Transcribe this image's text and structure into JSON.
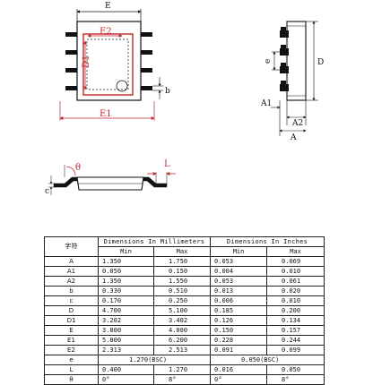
{
  "drawing_labels": {
    "top_view": {
      "E": "E",
      "E2": "E2",
      "D1": "D1",
      "E1": "E1",
      "b": "b"
    },
    "side_view": {
      "e": "e",
      "D": "D",
      "A1": "A1",
      "A2": "A2",
      "A": "A"
    },
    "lead_detail": {
      "theta": "θ",
      "L": "L",
      "c": "c"
    }
  },
  "table": {
    "col_symbol": "字符",
    "group_mm": "Dimensions In Millimeters",
    "group_in": "Dimensions In Inches",
    "min_label": "Min",
    "max_label": "Max",
    "rows": [
      {
        "symbol": "A",
        "mm_min": "1.350",
        "mm_max": "1.750",
        "in_min": "0.053",
        "in_max": "0.069"
      },
      {
        "symbol": "A1",
        "mm_min": "0.050",
        "mm_max": "0.150",
        "in_min": "0.004",
        "in_max": "0.010"
      },
      {
        "symbol": "A2",
        "mm_min": "1.350",
        "mm_max": "1.550",
        "in_min": "0.053",
        "in_max": "0.061"
      },
      {
        "symbol": "b",
        "mm_min": "0.330",
        "mm_max": "0.510",
        "in_min": "0.013",
        "in_max": "0.020"
      },
      {
        "symbol": "c",
        "mm_min": "0.170",
        "mm_max": "0.250",
        "in_min": "0.006",
        "in_max": "0.010"
      },
      {
        "symbol": "D",
        "mm_min": "4.700",
        "mm_max": "5.100",
        "in_min": "0.185",
        "in_max": "0.200"
      },
      {
        "symbol": "D1",
        "mm_min": "3.202",
        "mm_max": "3.402",
        "in_min": "0.126",
        "in_max": "0.134"
      },
      {
        "symbol": "E",
        "mm_min": "3.800",
        "mm_max": "4.000",
        "in_min": "0.150",
        "in_max": "0.157"
      },
      {
        "symbol": "E1",
        "mm_min": "5.800",
        "mm_max": "6.200",
        "in_min": "0.228",
        "in_max": "0.244"
      },
      {
        "symbol": "E2",
        "mm_min": "2.313",
        "mm_max": "2.513",
        "in_min": "0.091",
        "in_max": "0.099"
      }
    ],
    "row_e": {
      "symbol": "e",
      "mm_bsc": "1.270(BSC)",
      "in_bsc": "0.050(BSC)"
    },
    "row_L": {
      "symbol": "L",
      "mm_min": "0.400",
      "mm_max": "1.270",
      "in_min": "0.016",
      "in_max": "0.050"
    },
    "row_theta": {
      "symbol": "θ",
      "mm_min": "0°",
      "mm_max": "8°",
      "in_min": "0°",
      "in_max": "8°"
    }
  }
}
